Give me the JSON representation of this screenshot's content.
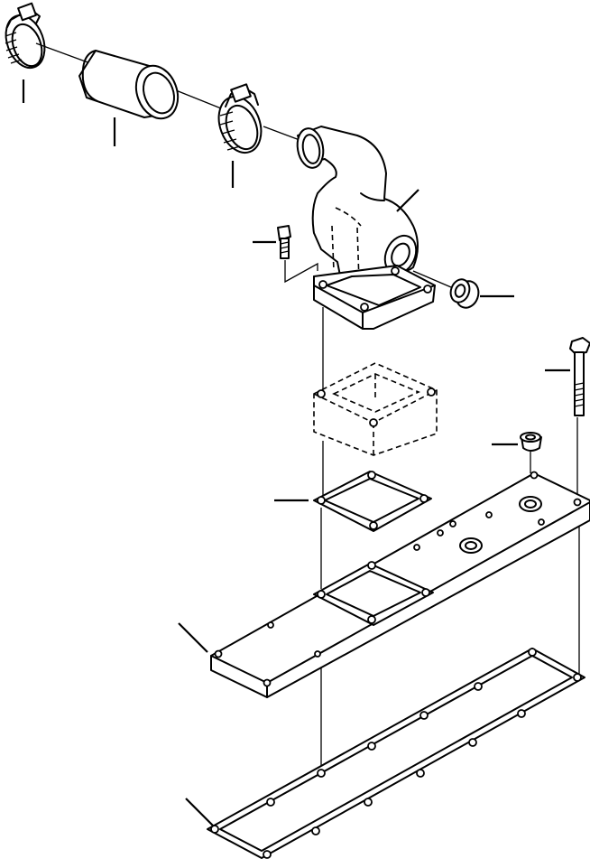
{
  "figure": {
    "type": "exploded-parts-diagram",
    "labels_printed": false
  },
  "parts": [
    {
      "id": "hose-clamp-upper",
      "icon": "hose-clamp-icon"
    },
    {
      "id": "hose",
      "icon": "rubber-hose-icon"
    },
    {
      "id": "hose-clamp-lower",
      "icon": "hose-clamp-icon"
    },
    {
      "id": "elbow-fitting",
      "icon": "elbow-pipe-icon"
    },
    {
      "id": "flange-bolt",
      "icon": "bolt-icon"
    },
    {
      "id": "pipe-plug",
      "icon": "plug-icon"
    },
    {
      "id": "spacer-block",
      "icon": "dashed-spacer-icon"
    },
    {
      "id": "gasket-upper",
      "icon": "gasket-icon"
    },
    {
      "id": "long-bolt",
      "icon": "long-bolt-icon"
    },
    {
      "id": "plug-with-washer",
      "icon": "plug-icon"
    },
    {
      "id": "intake-manifold-cover",
      "icon": "cover-plate-icon"
    },
    {
      "id": "cover-gasket",
      "icon": "gasket-icon"
    }
  ]
}
